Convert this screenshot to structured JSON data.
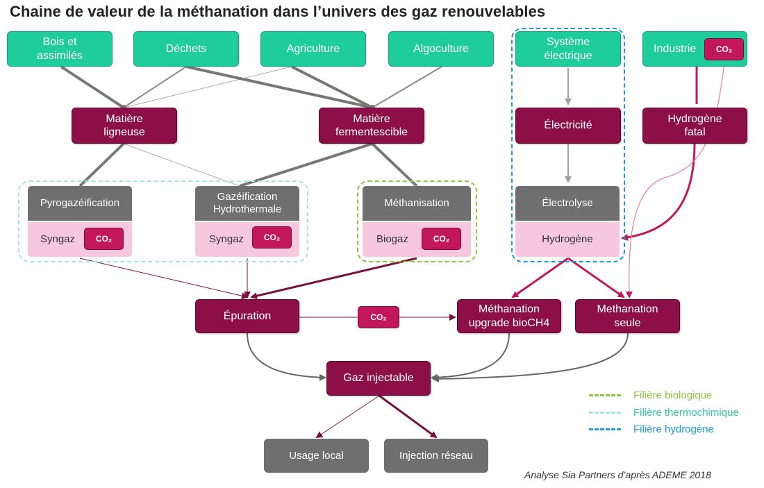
{
  "title": "Chaine de valeur de la méthanation dans l’univers des gaz renouvelables",
  "sources": {
    "bois": "Bois et\nassimilés",
    "dechets": "Déchets",
    "agriculture": "Agriculture",
    "algoculture": "Algoculture",
    "systeme": "Système\nélectrique",
    "industrie": "Industrie"
  },
  "co2_label": "CO₂",
  "matieres": {
    "ligneuse": "Matière\nligneuse",
    "fermentescible": "Matière\nfermentescible",
    "electricite": "Électricité",
    "hydrogene_fatal": "Hydrogène\nfatal"
  },
  "processes": {
    "pyro": "Pyrogazéification",
    "gazeif": "Gazéification\nHydrothermale",
    "methanisation": "Méthanisation",
    "electrolyse": "Électrolyse"
  },
  "outputs": {
    "syngaz1": "Syngaz",
    "syngaz2": "Syngaz",
    "biogaz": "Biogaz",
    "hydrogene": "Hydrogène"
  },
  "steps": {
    "epuration": "Épuration",
    "meth_upgrade": "Méthanation\nupgrade bioCH4",
    "meth_seule": "Methanation\nseule",
    "gaz_injectable": "Gaz injectable",
    "usage_local": "Usage local",
    "injection_reseau": "Injection réseau"
  },
  "legend": [
    {
      "label": "Filière biologique",
      "color": "#8cc63f"
    },
    {
      "label": "Filière thermochimique",
      "color": "#a8e6d6"
    },
    {
      "label": "Filière hydrogène",
      "color": "#1a9ad6"
    }
  ],
  "caption": "Analyse Sia Partners d’après ADEME 2018"
}
